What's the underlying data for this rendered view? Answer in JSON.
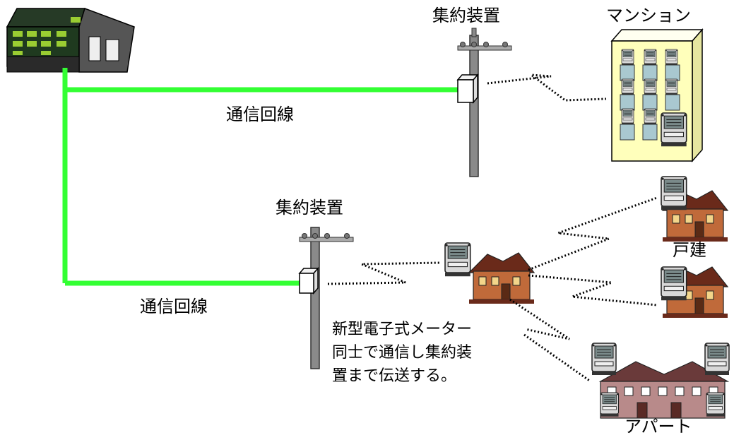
{
  "labels": {
    "concentrator_top": "集約装置",
    "concentrator_bottom": "集約装置",
    "mansion": "マンション",
    "line_top": "通信回線",
    "line_bottom": "通信回線",
    "detached_house": "戸建",
    "apartment": "アパート"
  },
  "note": {
    "line1": "新型電子式メーター",
    "line2": "同士で通信し集約装",
    "line3": "置まで伝送する。"
  },
  "colors": {
    "line": "#33ff33",
    "pole": "#8a8a8a",
    "building_wall": "#ffffbb",
    "house_wall": "#c06a3a",
    "house_roof": "#6a2a1a",
    "apartment_wall": "#b88a8a",
    "office": "#1f3a1f"
  }
}
